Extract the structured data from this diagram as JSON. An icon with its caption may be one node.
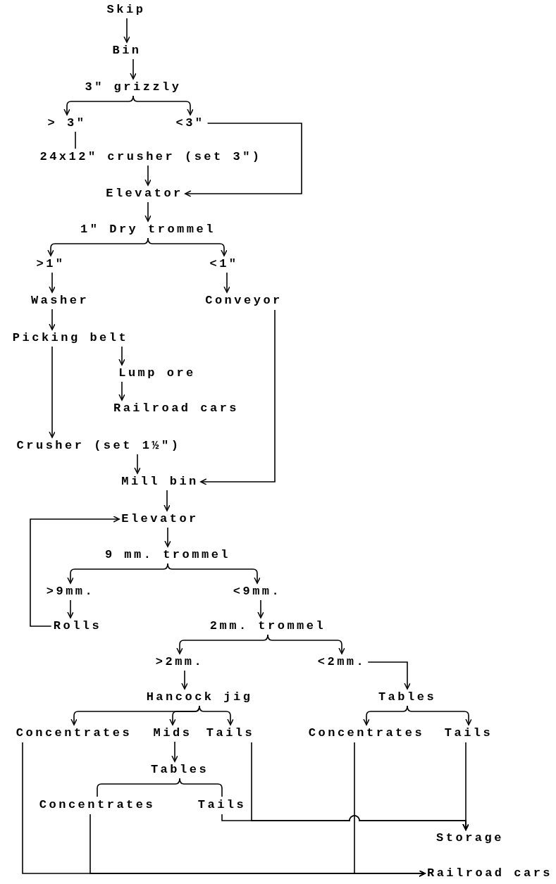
{
  "diagram": {
    "nodes": [
      {
        "text": [
          "Skip"
        ]
      },
      {
        "text": [
          "Bin"
        ]
      },
      {
        "text": [
          "3\" grizzly"
        ]
      },
      {
        "text": [
          "> 3\""
        ]
      },
      {
        "text": [
          "<3\""
        ]
      },
      {
        "text": [
          "24x12\" crusher (set 3\")"
        ]
      },
      {
        "text": [
          "Elevator"
        ]
      },
      {
        "text": [
          "1\" Dry trommel"
        ]
      },
      {
        "text": [
          ">1\""
        ]
      },
      {
        "text": [
          "<1\""
        ]
      },
      {
        "text": [
          "Washer"
        ]
      },
      {
        "text": [
          "Conveyor"
        ]
      },
      {
        "text": [
          "Picking belt"
        ]
      },
      {
        "text": [
          "Lump ore"
        ]
      },
      {
        "text": [
          "Railroad cars"
        ]
      },
      {
        "text": [
          "Crusher (set 1½\")"
        ]
      },
      {
        "text": [
          "Mill bin"
        ]
      },
      {
        "text": [
          "Elevator"
        ]
      },
      {
        "text": [
          "9 mm. trommel"
        ]
      },
      {
        "text": [
          ">9mm."
        ]
      },
      {
        "text": [
          "<9mm."
        ]
      },
      {
        "text": [
          "Rolls"
        ]
      },
      {
        "text": [
          "2mm. trommel"
        ]
      },
      {
        "text": [
          ">2mm."
        ]
      },
      {
        "text": [
          "<2mm."
        ]
      },
      {
        "text": [
          "Hancock jig"
        ]
      },
      {
        "text": [
          "Tables"
        ]
      },
      {
        "text": [
          "Concentrates"
        ]
      },
      {
        "text": [
          "Mids"
        ]
      },
      {
        "text": [
          "Tails"
        ]
      },
      {
        "text": [
          "Concentrates"
        ]
      },
      {
        "text": [
          "Tails"
        ]
      },
      {
        "text": [
          "Tables"
        ]
      },
      {
        "text": [
          "Concentrates"
        ]
      },
      {
        "text": [
          "Tails"
        ]
      },
      {
        "text": [
          "Storage"
        ]
      },
      {
        "text": [
          "Railroad cars"
        ]
      }
    ],
    "edges": [
      {
        "from": 0,
        "to": 1,
        "arrow": "to"
      },
      {
        "from": 1,
        "to": 2,
        "arrow": "to"
      },
      {
        "from": 2,
        "to": 3,
        "arrow": "to"
      },
      {
        "from": 2,
        "to": 4,
        "arrow": "to"
      },
      {
        "from": 3,
        "to": 5,
        "arrow": "none"
      },
      {
        "from": 4,
        "to": 6,
        "arrow": "to"
      },
      {
        "from": 5,
        "to": 6,
        "arrow": "to"
      },
      {
        "from": 6,
        "to": 7,
        "arrow": "to"
      },
      {
        "from": 7,
        "to": 8,
        "arrow": "to"
      },
      {
        "from": 7,
        "to": 9,
        "arrow": "to"
      },
      {
        "from": 8,
        "to": 10,
        "arrow": "to"
      },
      {
        "from": 9,
        "to": 11,
        "arrow": "to"
      },
      {
        "from": 10,
        "to": 12,
        "arrow": "to"
      },
      {
        "from": 12,
        "to": 13,
        "arrow": "to"
      },
      {
        "from": 13,
        "to": 14,
        "arrow": "to"
      },
      {
        "from": 12,
        "to": 15,
        "arrow": "to"
      },
      {
        "from": 15,
        "to": 16,
        "arrow": "to"
      },
      {
        "from": 11,
        "to": 16,
        "arrow": "to"
      },
      {
        "from": 16,
        "to": 17,
        "arrow": "to"
      },
      {
        "from": 17,
        "to": 18,
        "arrow": "to"
      },
      {
        "from": 18,
        "to": 19,
        "arrow": "to"
      },
      {
        "from": 18,
        "to": 20,
        "arrow": "to"
      },
      {
        "from": 19,
        "to": 21,
        "arrow": "to"
      },
      {
        "from": 21,
        "to": 17,
        "arrow": "to"
      },
      {
        "from": 20,
        "to": 22,
        "arrow": "to"
      },
      {
        "from": 22,
        "to": 23,
        "arrow": "to"
      },
      {
        "from": 22,
        "to": 24,
        "arrow": "to"
      },
      {
        "from": 23,
        "to": 25,
        "arrow": "to"
      },
      {
        "from": 24,
        "to": 26,
        "arrow": "to"
      },
      {
        "from": 25,
        "to": 27,
        "arrow": "to"
      },
      {
        "from": 25,
        "to": 28,
        "arrow": "to"
      },
      {
        "from": 25,
        "to": 29,
        "arrow": "to"
      },
      {
        "from": 26,
        "to": 30,
        "arrow": "to"
      },
      {
        "from": 26,
        "to": 31,
        "arrow": "to"
      },
      {
        "from": 28,
        "to": 32,
        "arrow": "to"
      },
      {
        "from": 32,
        "to": 33,
        "arrow": "none"
      },
      {
        "from": 32,
        "to": 34,
        "arrow": "none"
      },
      {
        "from": 29,
        "to": 35,
        "arrow": "to"
      },
      {
        "from": 34,
        "to": 35,
        "arrow": "to"
      },
      {
        "from": 31,
        "to": 35,
        "arrow": "to"
      },
      {
        "from": 27,
        "to": 36,
        "arrow": "to"
      },
      {
        "from": 33,
        "to": 36,
        "arrow": "to"
      },
      {
        "from": 30,
        "to": 36,
        "arrow": "to"
      }
    ]
  }
}
